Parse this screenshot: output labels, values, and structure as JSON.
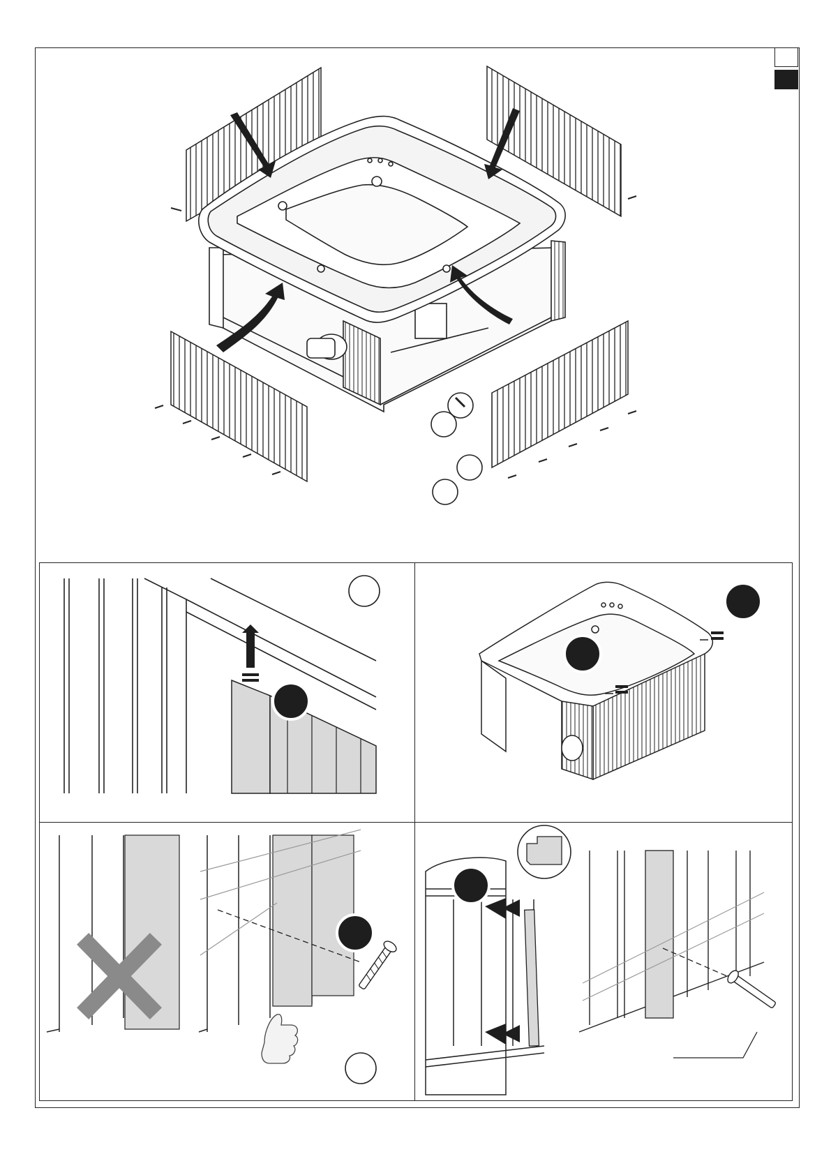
{
  "page": {
    "language_markers": [
      "empty-box",
      "filled-box"
    ]
  },
  "figures": {
    "main": {
      "description_icon": "exploded-assembly",
      "callouts": [
        "",
        ""
      ]
    },
    "panel_1": {
      "callout_top_right": "",
      "callout_badge": ""
    },
    "panel_2": {
      "callout_badges": [
        "",
        ""
      ],
      "equal_sign": "="
    },
    "panel_3": {
      "callout_badge": "",
      "callout_bottom": ""
    },
    "panel_4": {
      "callout_badge": ""
    }
  },
  "colors": {
    "line": "#1a1a1a",
    "panel_grey": "#d9d9d9",
    "badge": "#1e1e1e",
    "cross": "#8a8a8a"
  }
}
